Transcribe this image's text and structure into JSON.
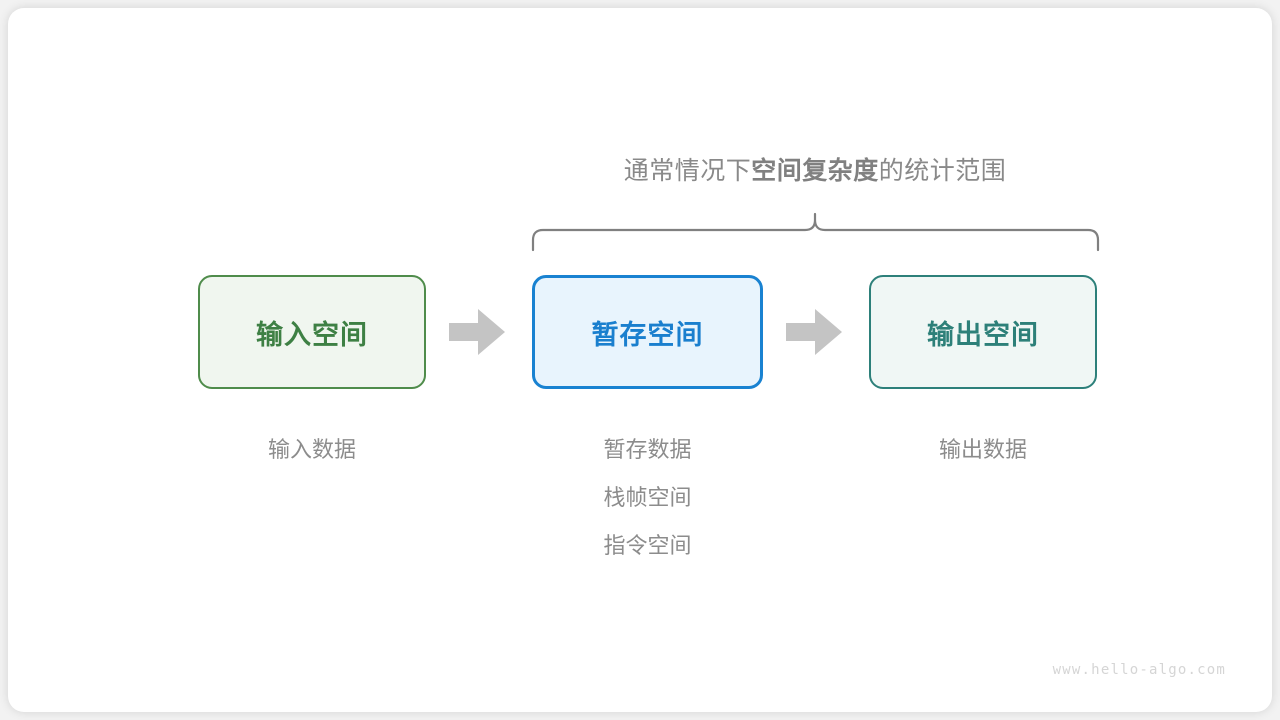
{
  "figure": {
    "caption": {
      "prefix": "通常情况下",
      "emphasis": "空间复杂度",
      "suffix": "的统计范围"
    },
    "brace": {
      "color": "#808080",
      "span_from": "暂存空间",
      "span_to": "输出空间"
    },
    "boxes": [
      {
        "id": "input-space",
        "title": "输入空间",
        "border_color": "#4f8c4b",
        "fill_color": "#f0f6ef",
        "text_color": "#3e8044"
      },
      {
        "id": "temp-space",
        "title": "暂存空间",
        "border_color": "#1982d1",
        "fill_color": "#e8f4fd",
        "text_color": "#1a7fce"
      },
      {
        "id": "output-space",
        "title": "输出空间",
        "border_color": "#2d807a",
        "fill_color": "#f0f7f5",
        "text_color": "#2d8079"
      }
    ],
    "arrows": [
      {
        "id": "arrow-input-to-temp",
        "color": "#c4c4c4"
      },
      {
        "id": "arrow-temp-to-output",
        "color": "#c4c4c4"
      }
    ],
    "labels": {
      "input": [
        "输入数据"
      ],
      "temp": [
        "暂存数据",
        "栈帧空间",
        "指令空间"
      ],
      "output": [
        "输出数据"
      ]
    },
    "watermark": "www.hello-algo.com"
  }
}
